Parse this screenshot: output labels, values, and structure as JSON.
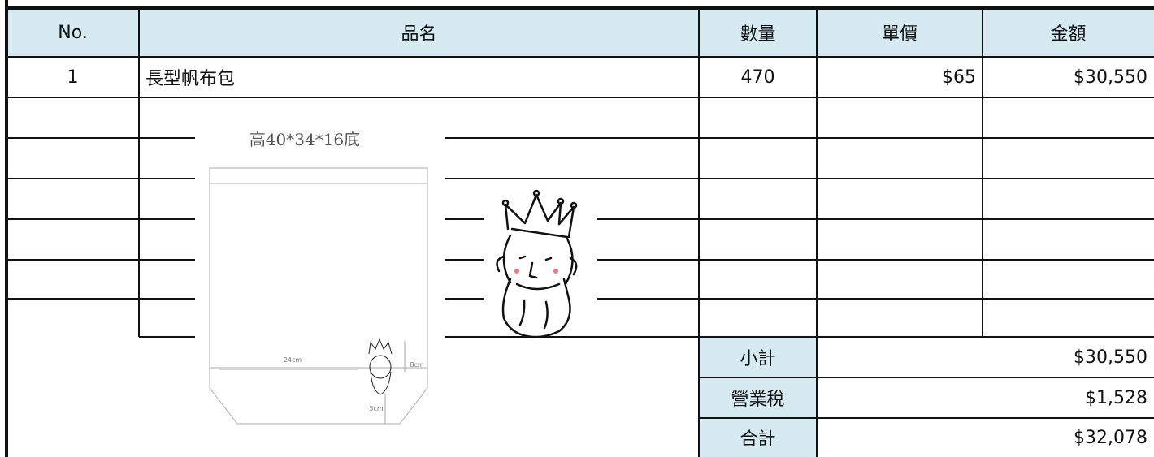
{
  "columns": {
    "no": "No.",
    "name": "品名",
    "qty": "數量",
    "unit_price": "單價",
    "amount": "金額"
  },
  "items": [
    {
      "no": "1",
      "name": "長型帆布包",
      "qty": "470",
      "unit_price": "$65",
      "amount": "$30,550"
    }
  ],
  "illustration": {
    "size_label": "高40*34*16底",
    "width_mark": "24cm",
    "height_mark": "8cm",
    "bottom_mark": "5cm"
  },
  "totals": {
    "subtotal_label": "小計",
    "subtotal_value": "$30,550",
    "tax_label": "營業稅",
    "tax_value": "$1,528",
    "total_label": "合計",
    "total_value": "$32,078"
  },
  "colors": {
    "header_fill": "#d6eaf1",
    "grid_line": "#111111"
  }
}
